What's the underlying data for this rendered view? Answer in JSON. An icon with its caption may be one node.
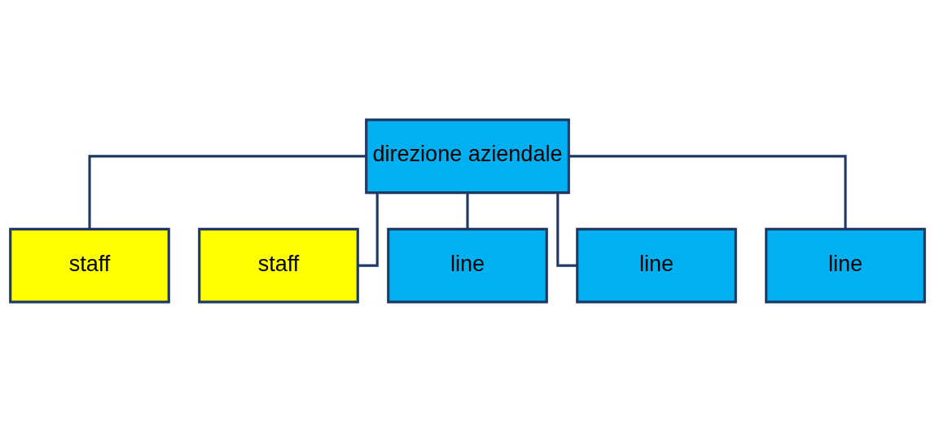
{
  "diagram": {
    "nodes": [
      {
        "text": [
          "direzione aziendale"
        ]
      },
      {
        "text": [
          "staff"
        ]
      },
      {
        "text": [
          "staff"
        ]
      },
      {
        "text": [
          "line"
        ]
      },
      {
        "text": [
          "line"
        ]
      },
      {
        "text": [
          "line"
        ]
      }
    ],
    "edges": [
      {
        "from": 0,
        "to": 1,
        "arrow": "none"
      },
      {
        "from": 0,
        "to": 2,
        "arrow": "none"
      },
      {
        "from": 0,
        "to": 3,
        "arrow": "none"
      },
      {
        "from": 0,
        "to": 4,
        "arrow": "none"
      },
      {
        "from": 0,
        "to": 5,
        "arrow": "none"
      }
    ]
  }
}
